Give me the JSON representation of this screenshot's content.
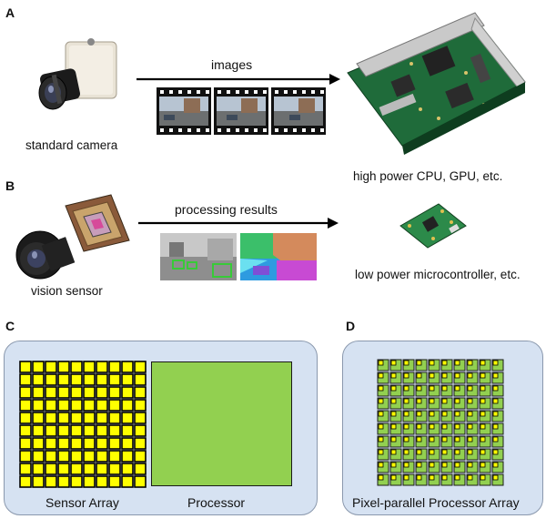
{
  "panels": {
    "a": {
      "letter": "A",
      "camera_label": "standard camera",
      "arrow_label": "images",
      "target_label": "high power CPU, GPU, etc."
    },
    "b": {
      "letter": "B",
      "sensor_label": "vision sensor",
      "arrow_label": "processing results",
      "target_label": "low power microcontroller, etc."
    },
    "c": {
      "letter": "C",
      "sensor_label": "Sensor Array",
      "processor_label": "Processor",
      "colors": {
        "box": "#d6e2f2",
        "sensor_cell": "#ffff00",
        "processor": "#92d050"
      }
    },
    "d": {
      "letter": "D",
      "array_label": "Pixel-parallel Processor Array",
      "colors": {
        "cell_processor": "#92d050",
        "cell_sensor": "#ffff00"
      }
    }
  }
}
